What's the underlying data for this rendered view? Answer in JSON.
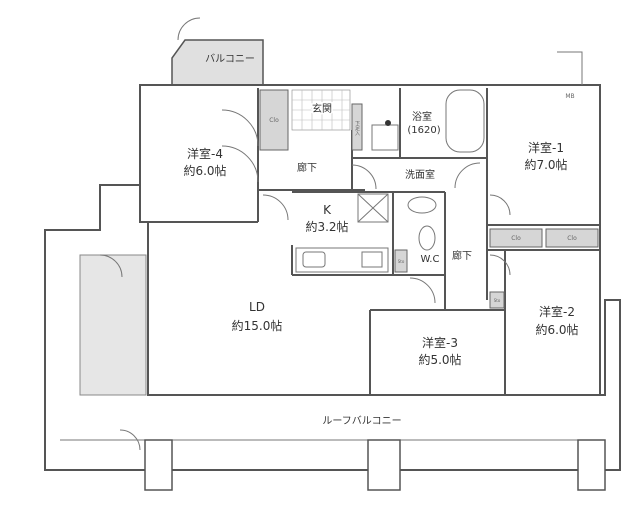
{
  "rooms": {
    "balcony": "バルコニー",
    "mb": "MB",
    "western_room_4": {
      "name": "洋室-4",
      "size": "約6.0帖"
    },
    "western_room_1": {
      "name": "洋室-1",
      "size": "約7.0帖"
    },
    "western_room_2": {
      "name": "洋室-2",
      "size": "約6.0帖"
    },
    "western_room_3": {
      "name": "洋室-3",
      "size": "約5.0帖"
    },
    "entrance": "玄関",
    "shoe_cabinet": "下足入",
    "bathroom": {
      "name": "浴室",
      "size": "(1620)"
    },
    "hallway_upper": "廊下",
    "hallway_right": "廊下",
    "washroom": "洗面室",
    "kitchen": {
      "name": "K",
      "size": "約3.2帖"
    },
    "toilet": "W.C",
    "living_dining": {
      "name": "LD",
      "size": "約15.0帖"
    },
    "roof_balcony": "ルーフバルコニー",
    "closet": "Clo",
    "storage": "Sto"
  }
}
